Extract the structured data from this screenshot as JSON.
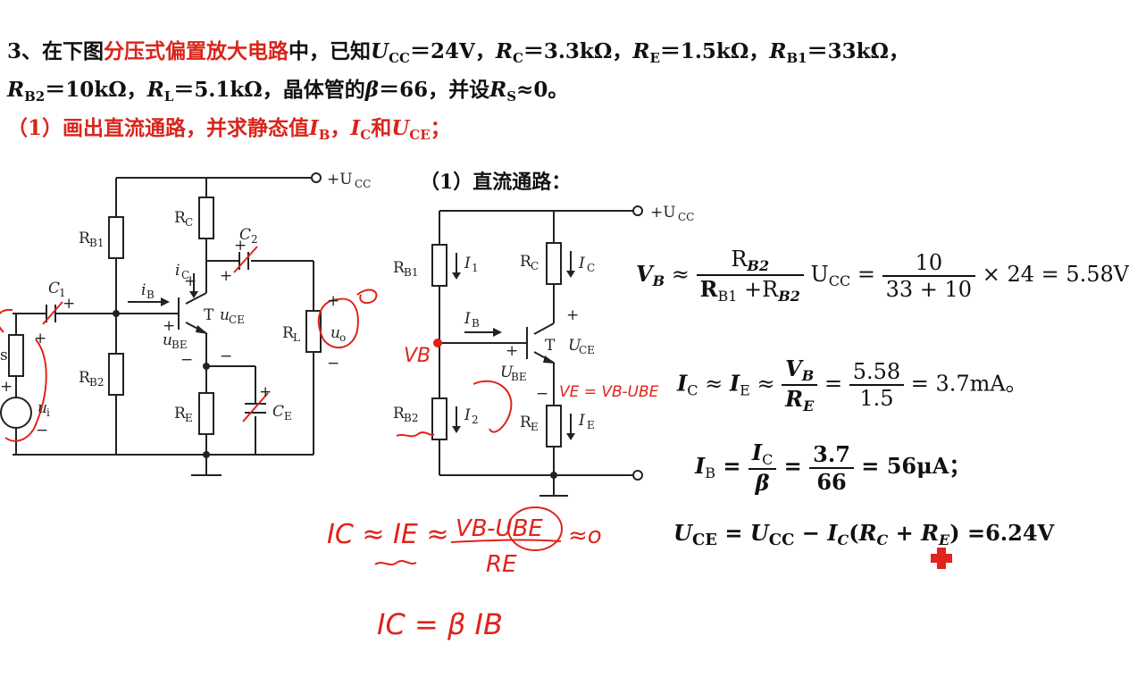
{
  "problem": {
    "line1_a": "3、在下图",
    "line1_red": "分压式偏置放大电路",
    "line1_b": "中，已知",
    "ucc_given": "24V",
    "rc_given": "3.3kΩ",
    "re_given": "1.5kΩ",
    "rb1_given": "33kΩ",
    "rb2_given": "10kΩ",
    "rl_given": "5.1kΩ",
    "beta_text": "，晶体管的",
    "beta_val": "66",
    "rs_text": "，并设",
    "rs_val": "≈0。",
    "q1": "（1）画出直流通路，并求静态值"
  },
  "dc_title": "（1）直流通路：",
  "left_circuit": {
    "ucc": "+U",
    "ucc_sub": "CC",
    "rb1": "R",
    "rb1_sub": "B1",
    "rb2": "R",
    "rb2_sub": "B2",
    "rc": "R",
    "rc_sub": "C",
    "re": "R",
    "re_sub": "E",
    "rl": "R",
    "rl_sub": "L",
    "c1": "C",
    "c1_sub": "1",
    "c2": "C",
    "c2_sub": "2",
    "ce": "C",
    "ce_sub": "E",
    "ib": "i",
    "ib_sub": "B",
    "ic": "i",
    "ic_sub": "C",
    "t": "T",
    "uce": "u",
    "uce_sub": "CE",
    "ube": "u",
    "ube_sub": "BE",
    "uo": "u",
    "uo_sub": "o",
    "ui": "u",
    "ui_sub": "i",
    "s": "s"
  },
  "right_circuit": {
    "ucc": "+U",
    "ucc_sub": "CC",
    "rb1": "R",
    "rb1_sub": "B1",
    "rb2": "R",
    "rb2_sub": "B2",
    "rc": "R",
    "rc_sub": "C",
    "re": "R",
    "re_sub": "E",
    "i1": "I",
    "i1_sub": "1",
    "i2": "I",
    "i2_sub": "2",
    "ic": "I",
    "ic_sub": "C",
    "ie": "I",
    "ie_sub": "E",
    "ib": "I",
    "ib_sub": "B",
    "t": "T",
    "uce": "U",
    "uce_sub": "CE",
    "ube": "U",
    "ube_sub": "BE"
  },
  "equations": {
    "vb_lhs": "V",
    "vb_approx": " ≈ ",
    "vb_num": "R",
    "vb_den": "R",
    "vb_mid": "U",
    "vb_mid_sub": "CC",
    "vb_num2": "10",
    "vb_den2": "33 + 10",
    "vb_result": "× 24 = 5.58V",
    "ic_lhs": "I",
    "ic_frac_num": "5.58",
    "ic_frac_den": "1.5",
    "ic_result": "= 3.7mA",
    "ic_end": "。",
    "ib_lhs": "I",
    "ib_num2": "3.7",
    "ib_den2": "66",
    "ib_result": "= 56μA",
    "ib_end": "；",
    "uce_result": "=6.24V"
  },
  "handwriting": {
    "vb": "VB",
    "ve": "VE = VB-UBE",
    "uo": "uo",
    "eq1_lhs": "IC ≈ IE ≈",
    "eq1_num": "VB-UBE",
    "eq1_tail": "≈o",
    "eq1_den": "RE",
    "eq2": "IC = β IB"
  },
  "colors": {
    "accent_red": "#d8261b",
    "handwriting_red": "#e0231b",
    "text": "#111111"
  }
}
